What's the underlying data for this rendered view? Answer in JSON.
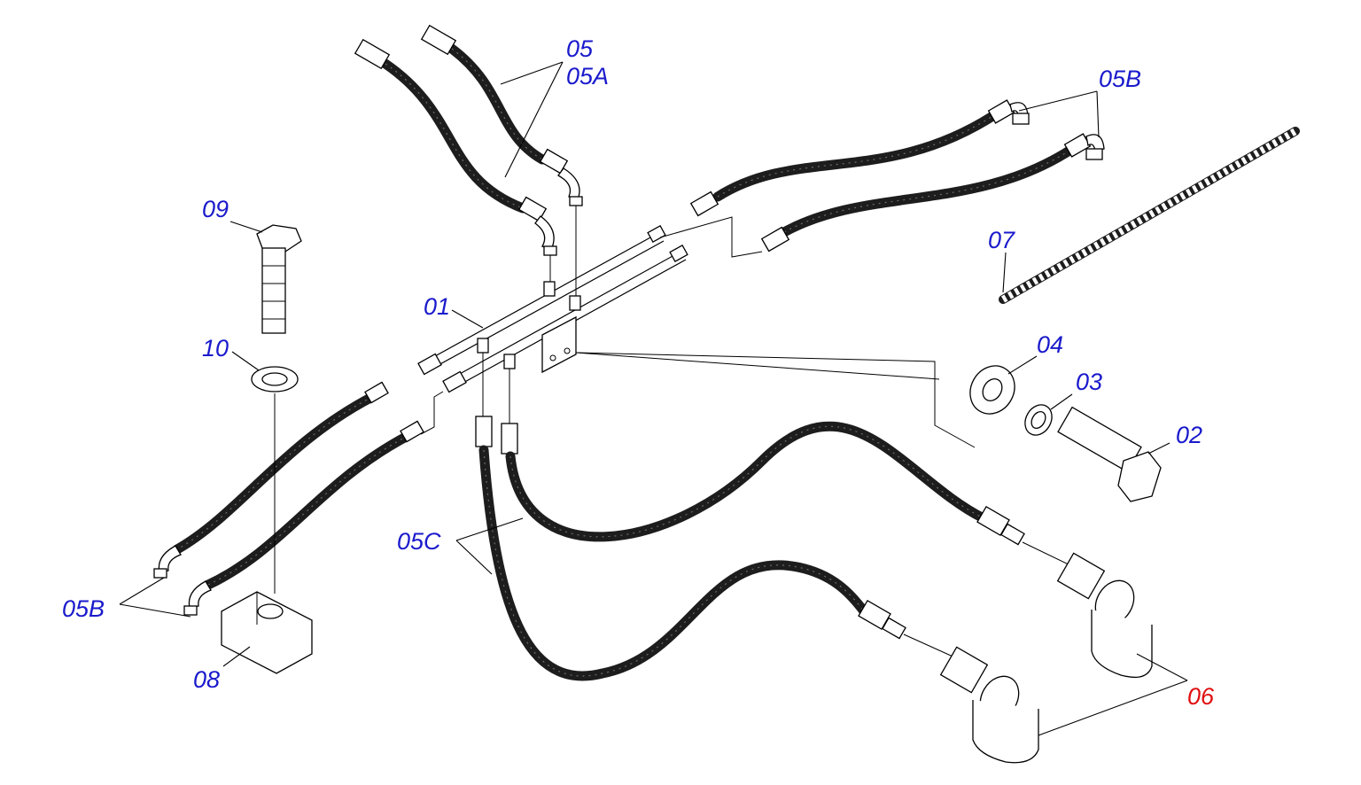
{
  "labels": {
    "p01": "01",
    "p02": "02",
    "p03": "03",
    "p04": "04",
    "p05": "05",
    "p05a": "05A",
    "p05b_top": "05B",
    "p05b_left": "05B",
    "p05c": "05C",
    "p06": "06",
    "p07": "07",
    "p08": "08",
    "p09": "09",
    "p10": "10"
  },
  "colors": {
    "label": "#1a1acc",
    "highlight": "#e01010",
    "line": "#000000",
    "hose": "#1d1d1d"
  },
  "highlighted_part": "06"
}
